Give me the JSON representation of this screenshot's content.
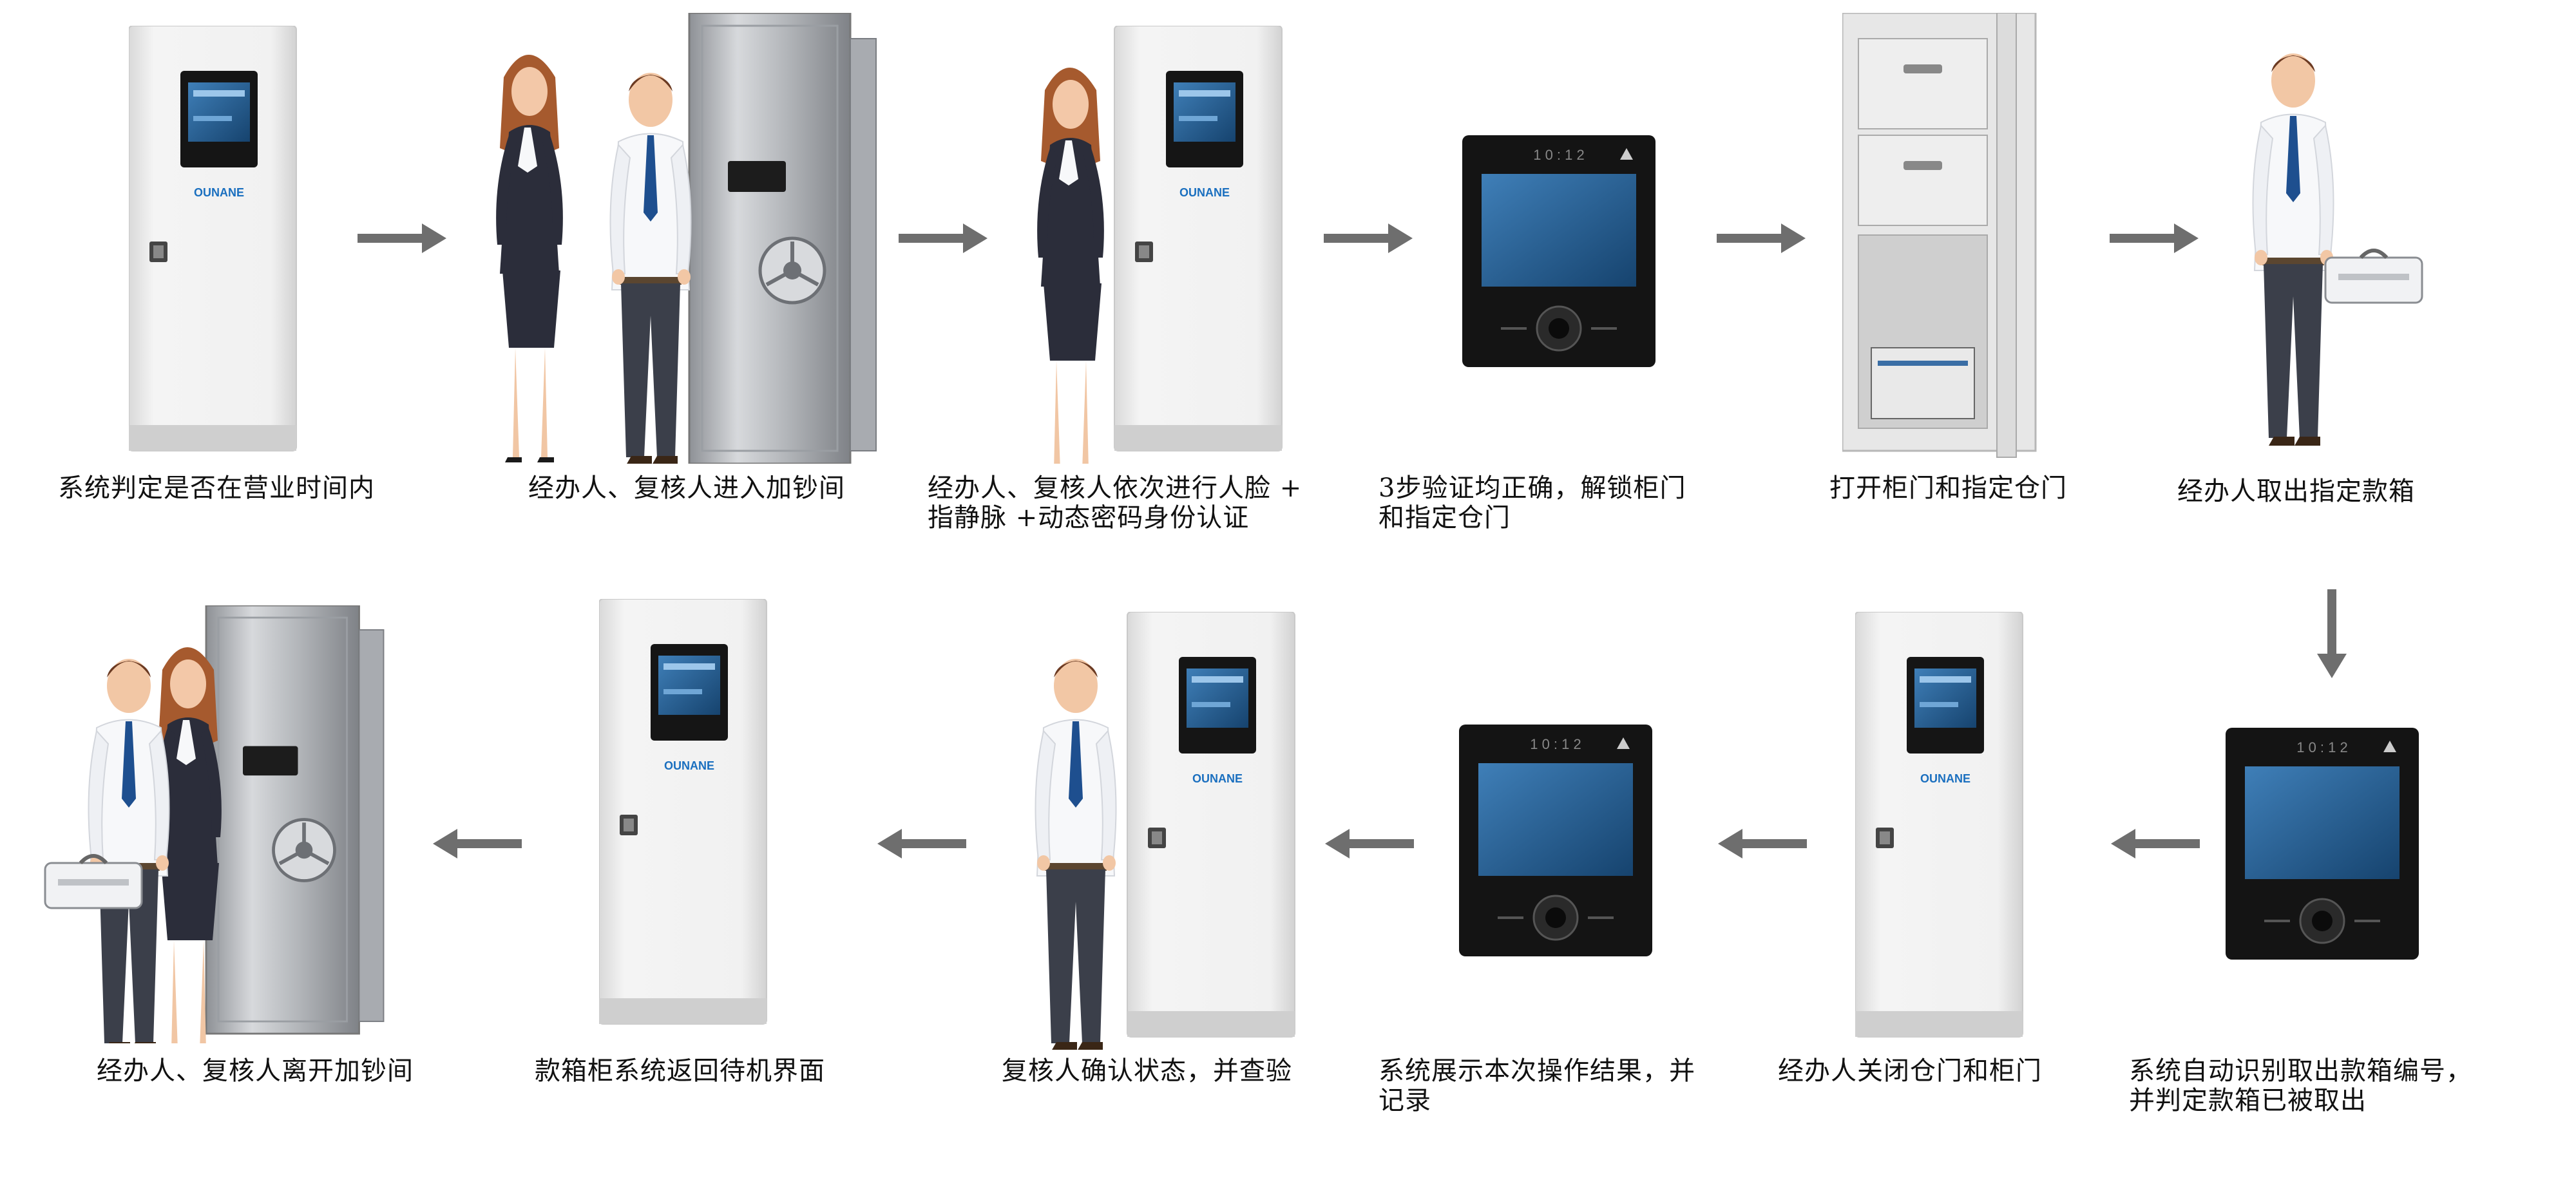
{
  "brand": "OUNANE",
  "steps": [
    {
      "label": "系统判定是否在营业时间内"
    },
    {
      "label": "经办人、复核人进入加钞间"
    },
    {
      "label": "经办人、复核人依次进行人脸 +\n指静脉 +动态密码身份认证"
    },
    {
      "label": "3步验证均正确，解锁柜门\n和指定仓门"
    },
    {
      "label": "打开柜门和指定仓门"
    },
    {
      "label": "经办人取出指定款箱"
    },
    {
      "label": "系统自动识别取出款箱编号，\n并判定款箱已被取出"
    },
    {
      "label": "经办人关闭仓门和柜门"
    },
    {
      "label": "系统展示本次操作结果，并\n记录"
    },
    {
      "label": "复核人确认状态，并查验"
    },
    {
      "label": "款箱柜系统返回待机界面"
    },
    {
      "label": "经办人、复核人离开加钞间"
    }
  ],
  "colors": {
    "arrow": "#6e6e6e",
    "cabinet": "#ededed",
    "steel": "#b9bcc0",
    "screen": "#1b1b1b",
    "suit": "#2b2d3a",
    "tie": "#1e4f8f"
  }
}
